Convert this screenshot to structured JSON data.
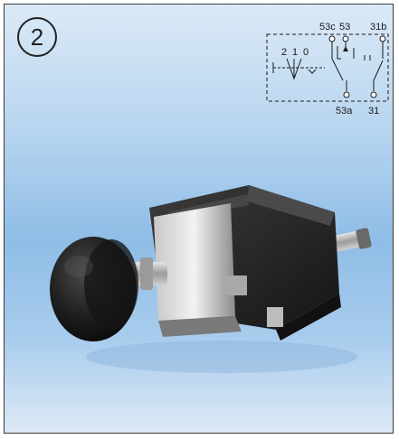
{
  "figure": {
    "number": "2"
  },
  "schematic": {
    "terminals_top": [
      "53c",
      "53",
      "31b"
    ],
    "positions": [
      "2",
      "1",
      "0"
    ],
    "terminals_bottom": [
      "53a",
      "31"
    ]
  },
  "colors": {
    "frame_border": "#3a3a3a",
    "background_top": "#dbe9f6",
    "background_mid": "#8fbde6",
    "knob": "#1e1e1e",
    "body": "#2a2a2a",
    "metal": "#b8b8b8"
  }
}
